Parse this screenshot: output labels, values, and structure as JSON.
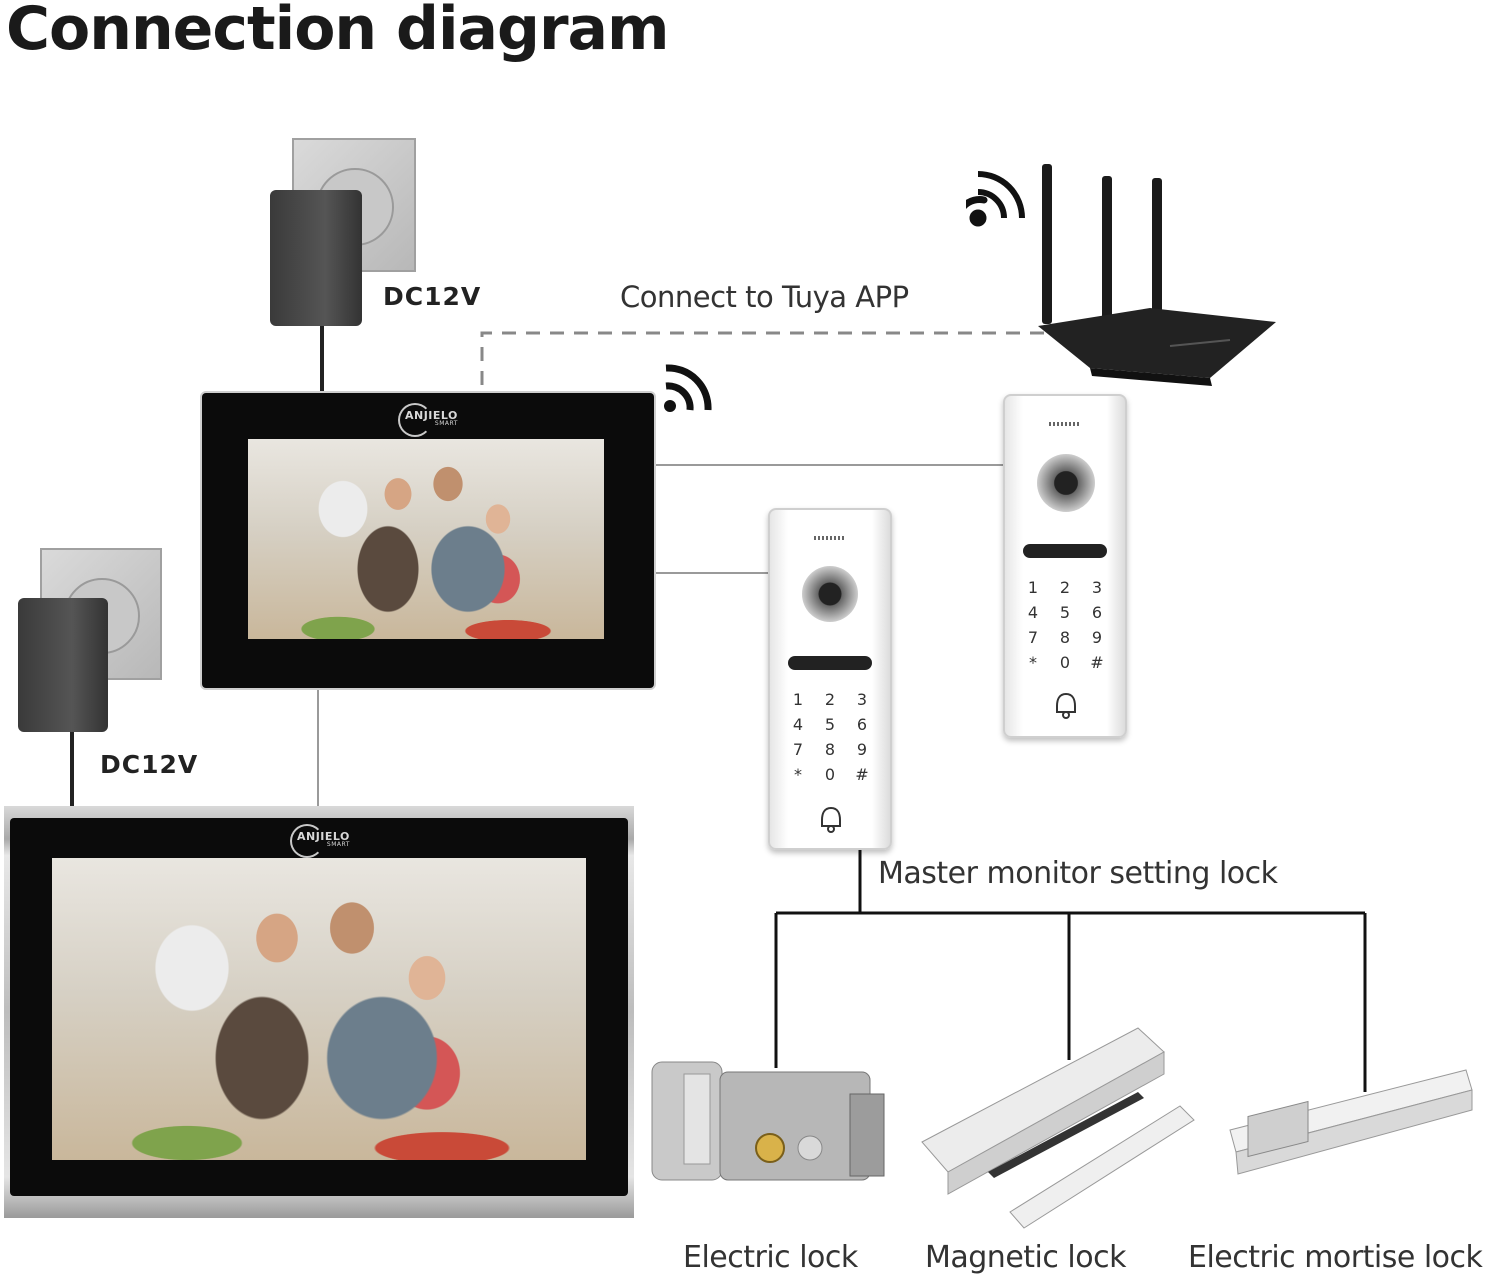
{
  "title": "Connection diagram",
  "labels": {
    "dc_top": "DC12V",
    "dc_bottom": "DC12V",
    "tuya": "Connect to Tuya APP",
    "master_lock": "Master monitor setting lock"
  },
  "brand": {
    "name": "ANJIELO",
    "sub": "SMART"
  },
  "keypad": [
    "1",
    "2",
    "3",
    "4",
    "5",
    "6",
    "7",
    "8",
    "9",
    "*",
    "0",
    "#"
  ],
  "locks": [
    {
      "label": "Electric lock"
    },
    {
      "label": "Magnetic lock"
    },
    {
      "label": "Electric mortise lock"
    }
  ],
  "colors": {
    "line": "#9a9a9a",
    "wire": "#222222",
    "monitor": "#0b0b0b",
    "panel": "#ffffff"
  }
}
